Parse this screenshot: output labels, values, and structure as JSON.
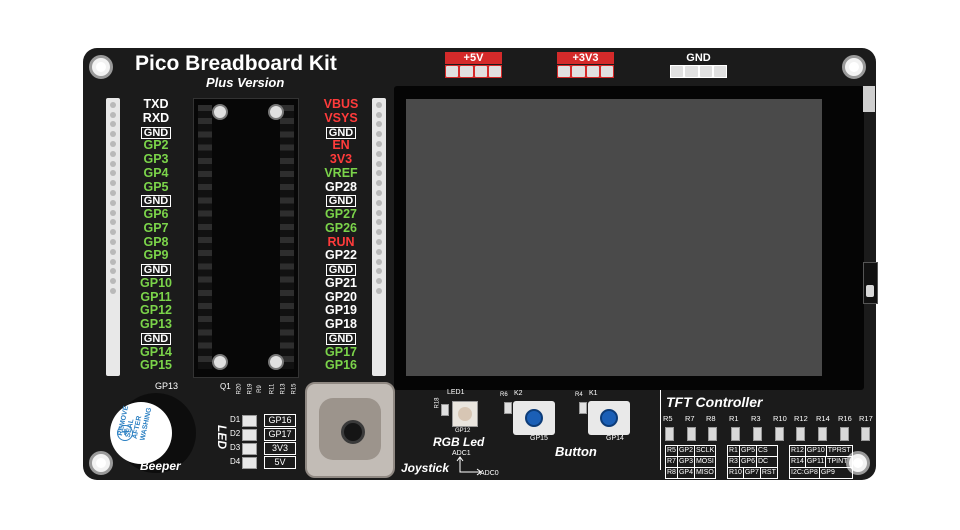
{
  "board": {
    "title": "Pico Breadboard Kit",
    "subtitle": "Plus Version"
  },
  "power_headers": {
    "v5": "+5V",
    "v3": "+3V3",
    "gnd": "GND"
  },
  "left_pins": [
    "TXD",
    "RXD",
    "GND",
    "GP2",
    "GP3",
    "GP4",
    "GP5",
    "GND",
    "GP6",
    "GP7",
    "GP8",
    "GP9",
    "GND",
    "GP10",
    "GP11",
    "GP12",
    "GP13",
    "GND",
    "GP14",
    "GP15"
  ],
  "right_pins": [
    "VBUS",
    "VSYS",
    "GND",
    "EN",
    "3V3",
    "VREF",
    "GP28",
    "GND",
    "GP27",
    "GP26",
    "RUN",
    "GP22",
    "GND",
    "GP21",
    "GP20",
    "GP19",
    "GP18",
    "GND",
    "GP17",
    "GP16"
  ],
  "colors": {
    "gp_green": "#7bd44a",
    "power_red": "#ff3b3b",
    "white": "#ffffff",
    "header_red": "#d42a2a",
    "button_blue": "#1b5fb6"
  },
  "buzzer": {
    "pin": "GP13",
    "sticker": "REMOVE SEAL AFTER WASHING",
    "label": "Beeper"
  },
  "leds": {
    "label": "LED",
    "q_label": "Q1",
    "resistor_labels": [
      "R20",
      "R19",
      "R9",
      "R11",
      "R13",
      "R15"
    ],
    "rows": [
      {
        "designator": "D1",
        "text": "GP16"
      },
      {
        "designator": "D2",
        "text": "GP17"
      },
      {
        "designator": "D3",
        "text": "3V3"
      },
      {
        "designator": "D4",
        "text": "5V"
      }
    ]
  },
  "joystick": {
    "label": "Joystick",
    "adc1": "ADC1",
    "adc0": "ADC0"
  },
  "rgb": {
    "designator": "LED1",
    "resistor": "R18",
    "pin": "GP12",
    "label": "RGB Led"
  },
  "buttons": {
    "label": "Button",
    "k2": {
      "designator": "K2",
      "resistor": "R6",
      "pin": "GP15"
    },
    "k1": {
      "designator": "K1",
      "resistor": "R4",
      "pin": "GP14"
    }
  },
  "tft": {
    "title": "TFT Controller",
    "resistors": [
      "R5",
      "R7",
      "R8",
      "R1",
      "R3",
      "R10",
      "R12",
      "R14",
      "R16",
      "R17"
    ],
    "table1": [
      [
        "R5",
        "GP2",
        "SCLK"
      ],
      [
        "R7",
        "GP3",
        "MOSI"
      ],
      [
        "R8",
        "GP4",
        "MISO"
      ]
    ],
    "table2": [
      [
        "R1",
        "GP5",
        "CS"
      ],
      [
        "R3",
        "GP6",
        "DC"
      ],
      [
        "R10",
        "GP7",
        "RST"
      ]
    ],
    "table3": [
      [
        "R12",
        "GP10",
        "TPRST"
      ],
      [
        "R14",
        "GP11",
        "TPINT"
      ],
      [
        "I2C:GP8",
        "GP9",
        ""
      ]
    ]
  }
}
